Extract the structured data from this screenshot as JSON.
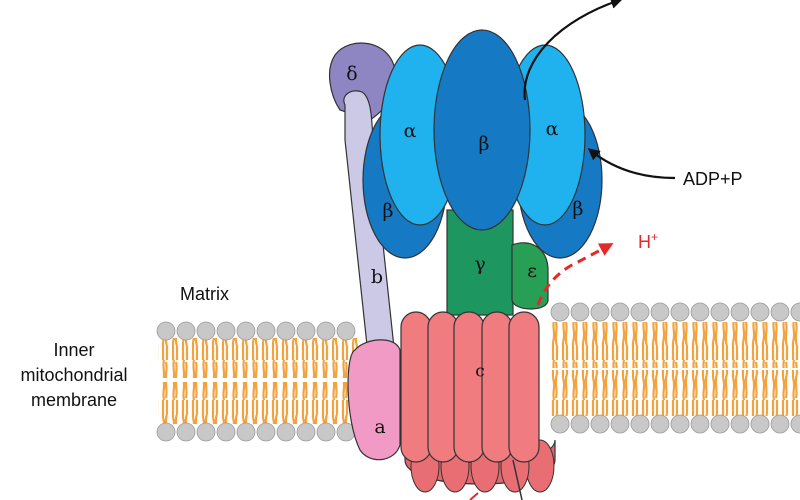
{
  "labels": {
    "matrix": "Matrix",
    "membrane_line1": "Inner",
    "membrane_line2": "mitochondrial",
    "membrane_line3": "membrane",
    "adp": "ADP+P",
    "h_plus": "H",
    "h_plus_sup": "+"
  },
  "subunits": {
    "delta": "δ",
    "alpha_left": "α",
    "beta_center": "β",
    "alpha_right": "α",
    "beta_left": "β",
    "beta_right": "β",
    "gamma": "γ",
    "epsilon": "ε",
    "b": "b",
    "c": "c",
    "a": "a"
  },
  "colors": {
    "lipid_head": "#c8c8c8",
    "lipid_tail": "#f2a340",
    "delta": "#8d86c2",
    "stalk_b": "#cbc9e6",
    "alpha": "#1fb2ee",
    "beta": "#1679c4",
    "gamma": "#1e9660",
    "epsilon": "#27a055",
    "c_ring": "#f07c80",
    "a_subunit": "#f29ac6",
    "proton_arrow": "#e32a2a"
  }
}
